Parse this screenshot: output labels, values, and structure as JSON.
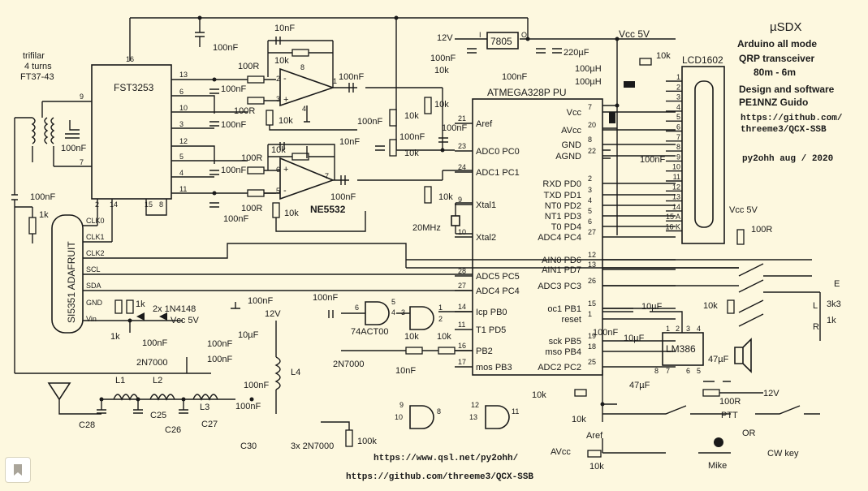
{
  "title": "µSDX",
  "subtitle_lines": [
    "Arduino all mode",
    "QRP transceiver",
    "80m - 6m"
  ],
  "credits_lines": [
    "Design and software",
    "PE1NNZ Guido"
  ],
  "repo_link": [
    "https://github.com/",
    "threeme3/QCX-SSB"
  ],
  "author_date": "py2ohh aug / 2020",
  "footer_links": [
    "https://www.qsl.net/py2ohh/",
    "https://github.com/threeme3/QCX-SSB"
  ],
  "ics": {
    "fst": "FST3253",
    "mcu": "ATMEGA328P PU",
    "lcd": "LCD1602",
    "opamp": "NE5532",
    "reg": "7805",
    "audio": "LM386",
    "logic": "74ACT00",
    "si": "SI5351 ADAFRUIT",
    "fet": "2N7000",
    "fets3": "3x 2N7000",
    "diodes": "2x 1N4148"
  },
  "transformer": [
    "trifilar",
    "4 turns",
    "FT37-43"
  ],
  "supply": {
    "vcc": "Vcc 5V",
    "v12": "12V"
  },
  "component_labels": {
    "c100n": "100nF",
    "c10n": "10nF",
    "c10u": "10µF",
    "c47u": "47µF",
    "c220u": "220µF",
    "r100": "100R",
    "r10k": "10k",
    "r1k": "1k",
    "r3k3": "3k3",
    "r100k": "100k",
    "l100u": "100µH",
    "xtal": "20MHz",
    "aref": "Aref",
    "avcc": "AVcc",
    "l1": "L1",
    "l2": "L2",
    "l3": "L3",
    "l4": "L4",
    "c25": "C25",
    "c26": "C26",
    "c27": "C27",
    "c28": "C28",
    "c30": "C30"
  },
  "mcu_pins_left": [
    {
      "num": "21",
      "label": "Aref"
    },
    {
      "num": "23",
      "label": "ADC0 PC0"
    },
    {
      "num": "24",
      "label": "ADC1 PC1"
    },
    {
      "num": "9",
      "label": "Xtal1"
    },
    {
      "num": "10",
      "label": "Xtal2"
    },
    {
      "num": "28",
      "label": "ADC5 PC5"
    },
    {
      "num": "27",
      "label": "ADC4 PC4"
    },
    {
      "num": "14",
      "label": "Icp PB0"
    },
    {
      "num": "11",
      "label": "T1 PD5"
    },
    {
      "num": "16",
      "label": "PB2"
    },
    {
      "num": "17",
      "label": "mos PB3"
    }
  ],
  "mcu_pins_right": [
    {
      "num": "7",
      "label": "Vcc"
    },
    {
      "num": "20",
      "label": "AVcc"
    },
    {
      "num": "8",
      "label": "GND"
    },
    {
      "num": "22",
      "label": "AGND"
    },
    {
      "num": "2",
      "label": "RXD PD0"
    },
    {
      "num": "3",
      "label": "TXD PD1"
    },
    {
      "num": "4",
      "label": "NT0 PD2"
    },
    {
      "num": "5",
      "label": "NT1 PD3"
    },
    {
      "num": "6",
      "label": "T0 PD4"
    },
    {
      "num": "27",
      "label": "ADC4 PC4"
    },
    {
      "num": "12",
      "label": "AIN0 PD6"
    },
    {
      "num": "13",
      "label": "AIN1 PD7"
    },
    {
      "num": "26",
      "label": "ADC3 PC3"
    },
    {
      "num": "15",
      "label": "oc1 PB1"
    },
    {
      "num": "1",
      "label": "reset"
    },
    {
      "num": "19",
      "label": "sck PB5"
    },
    {
      "num": "18",
      "label": "mso PB4"
    },
    {
      "num": "25",
      "label": "ADC2 PC2"
    }
  ],
  "si_pins": [
    "CLK0",
    "CLK1",
    "CLK2",
    "SCL",
    "SDA",
    "GND",
    "Vin"
  ],
  "lcd_pins": [
    "1",
    "2",
    "3",
    "4",
    "5",
    "6",
    "7",
    "8",
    "9",
    "10",
    "11",
    "12",
    "13",
    "14",
    "15 A",
    "16 K"
  ],
  "switches": {
    "e": "E",
    "l": "L",
    "r": "R",
    "ptt": "PTT",
    "or": "OR",
    "cw": "CW key",
    "mike": "Mike"
  }
}
